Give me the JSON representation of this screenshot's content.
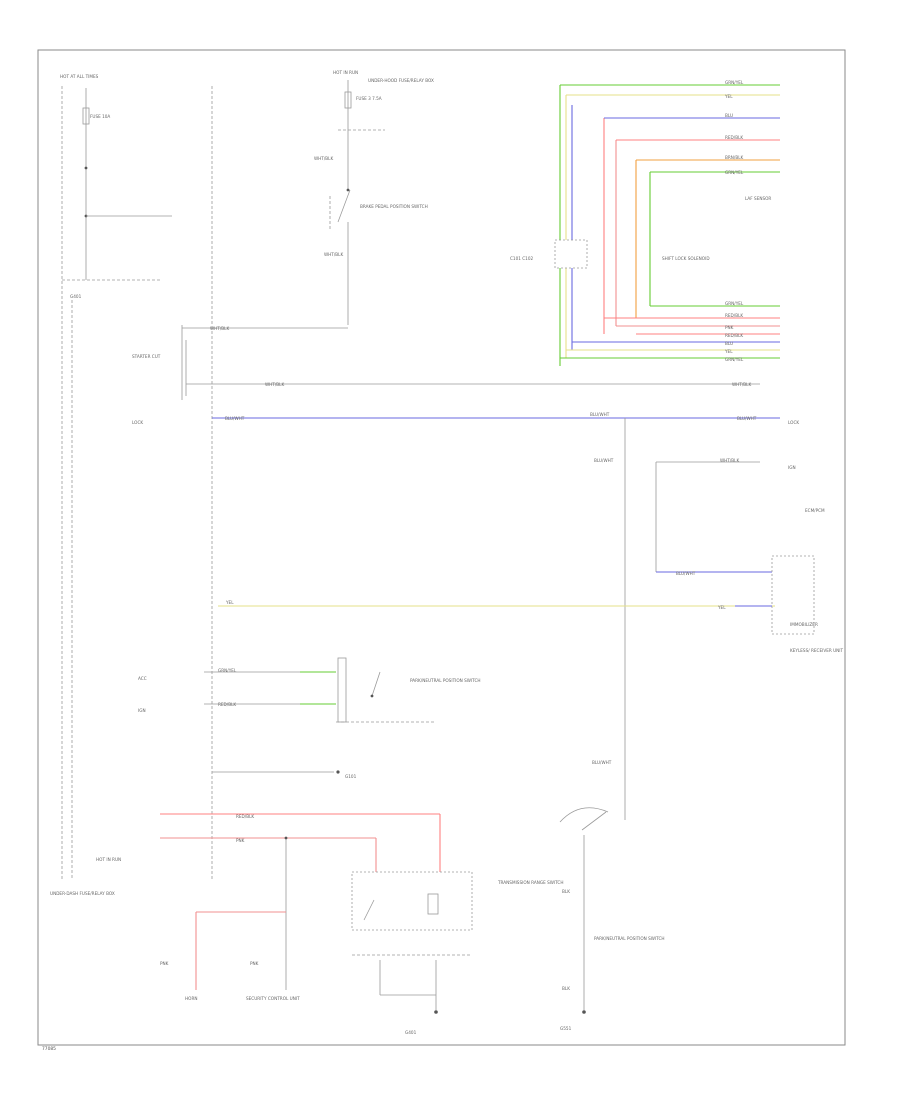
{
  "title": "",
  "labels": {
    "hot_in_run": "HOT IN RUN",
    "hot_at_all_times": "HOT AT ALL TIMES",
    "fuse_top": "FUSE 3 7.5A",
    "fuse_left": "FUSE 10A",
    "g401": "G401",
    "underhood_box": "UNDER-HOOD FUSE/RELAY BOX",
    "under_dash_box": "UNDER-DASH FUSE/RELAY BOX",
    "starter_cut": "STARTER CUT",
    "lock": "LOCK",
    "acc": "ACC",
    "ign": "IGN",
    "shift_lock_pcm": "SHIFT LOCK SOLENOID",
    "column_connectors": "C101 C102",
    "park_brake_switch": "BRAKE PEDAL POSITION SWITCH",
    "keyless_unit": "KEYLESS/ RECEIVER UNIT",
    "tps": "TRANSMISSION RANGE SWITCH",
    "lh_sensor": "LAF SENSOR",
    "ecm": "ECM/PCM",
    "immobilizer": "IMMOBILIZER",
    "security_control": "SECURITY CONTROL UNIT",
    "horn": "HORN",
    "park_neutral": "PARK/NEUTRAL POSITION SWITCH",
    "ground_g101": "G101",
    "ground_g401": "G401",
    "ground_g551": "G551",
    "wht_blk": "WHT/BLK",
    "blu_wht": "BLU/WHT",
    "yel": "YEL",
    "grn_yel": "GRN/YEL",
    "red_blk": "RED/BLK",
    "brn_blk": "BRN/BLK",
    "pnk": "PNK",
    "blu": "BLU",
    "blk": "BLK",
    "footer": "77085"
  },
  "colors": {
    "green": "#66cc33",
    "yellow": "#e6e08a",
    "blue": "#6a6ae0",
    "red": "#ff8080",
    "pink": "#f29090",
    "orange": "#f2a040",
    "gray": "#9a9a9a",
    "frame": "#8a8a8a"
  }
}
